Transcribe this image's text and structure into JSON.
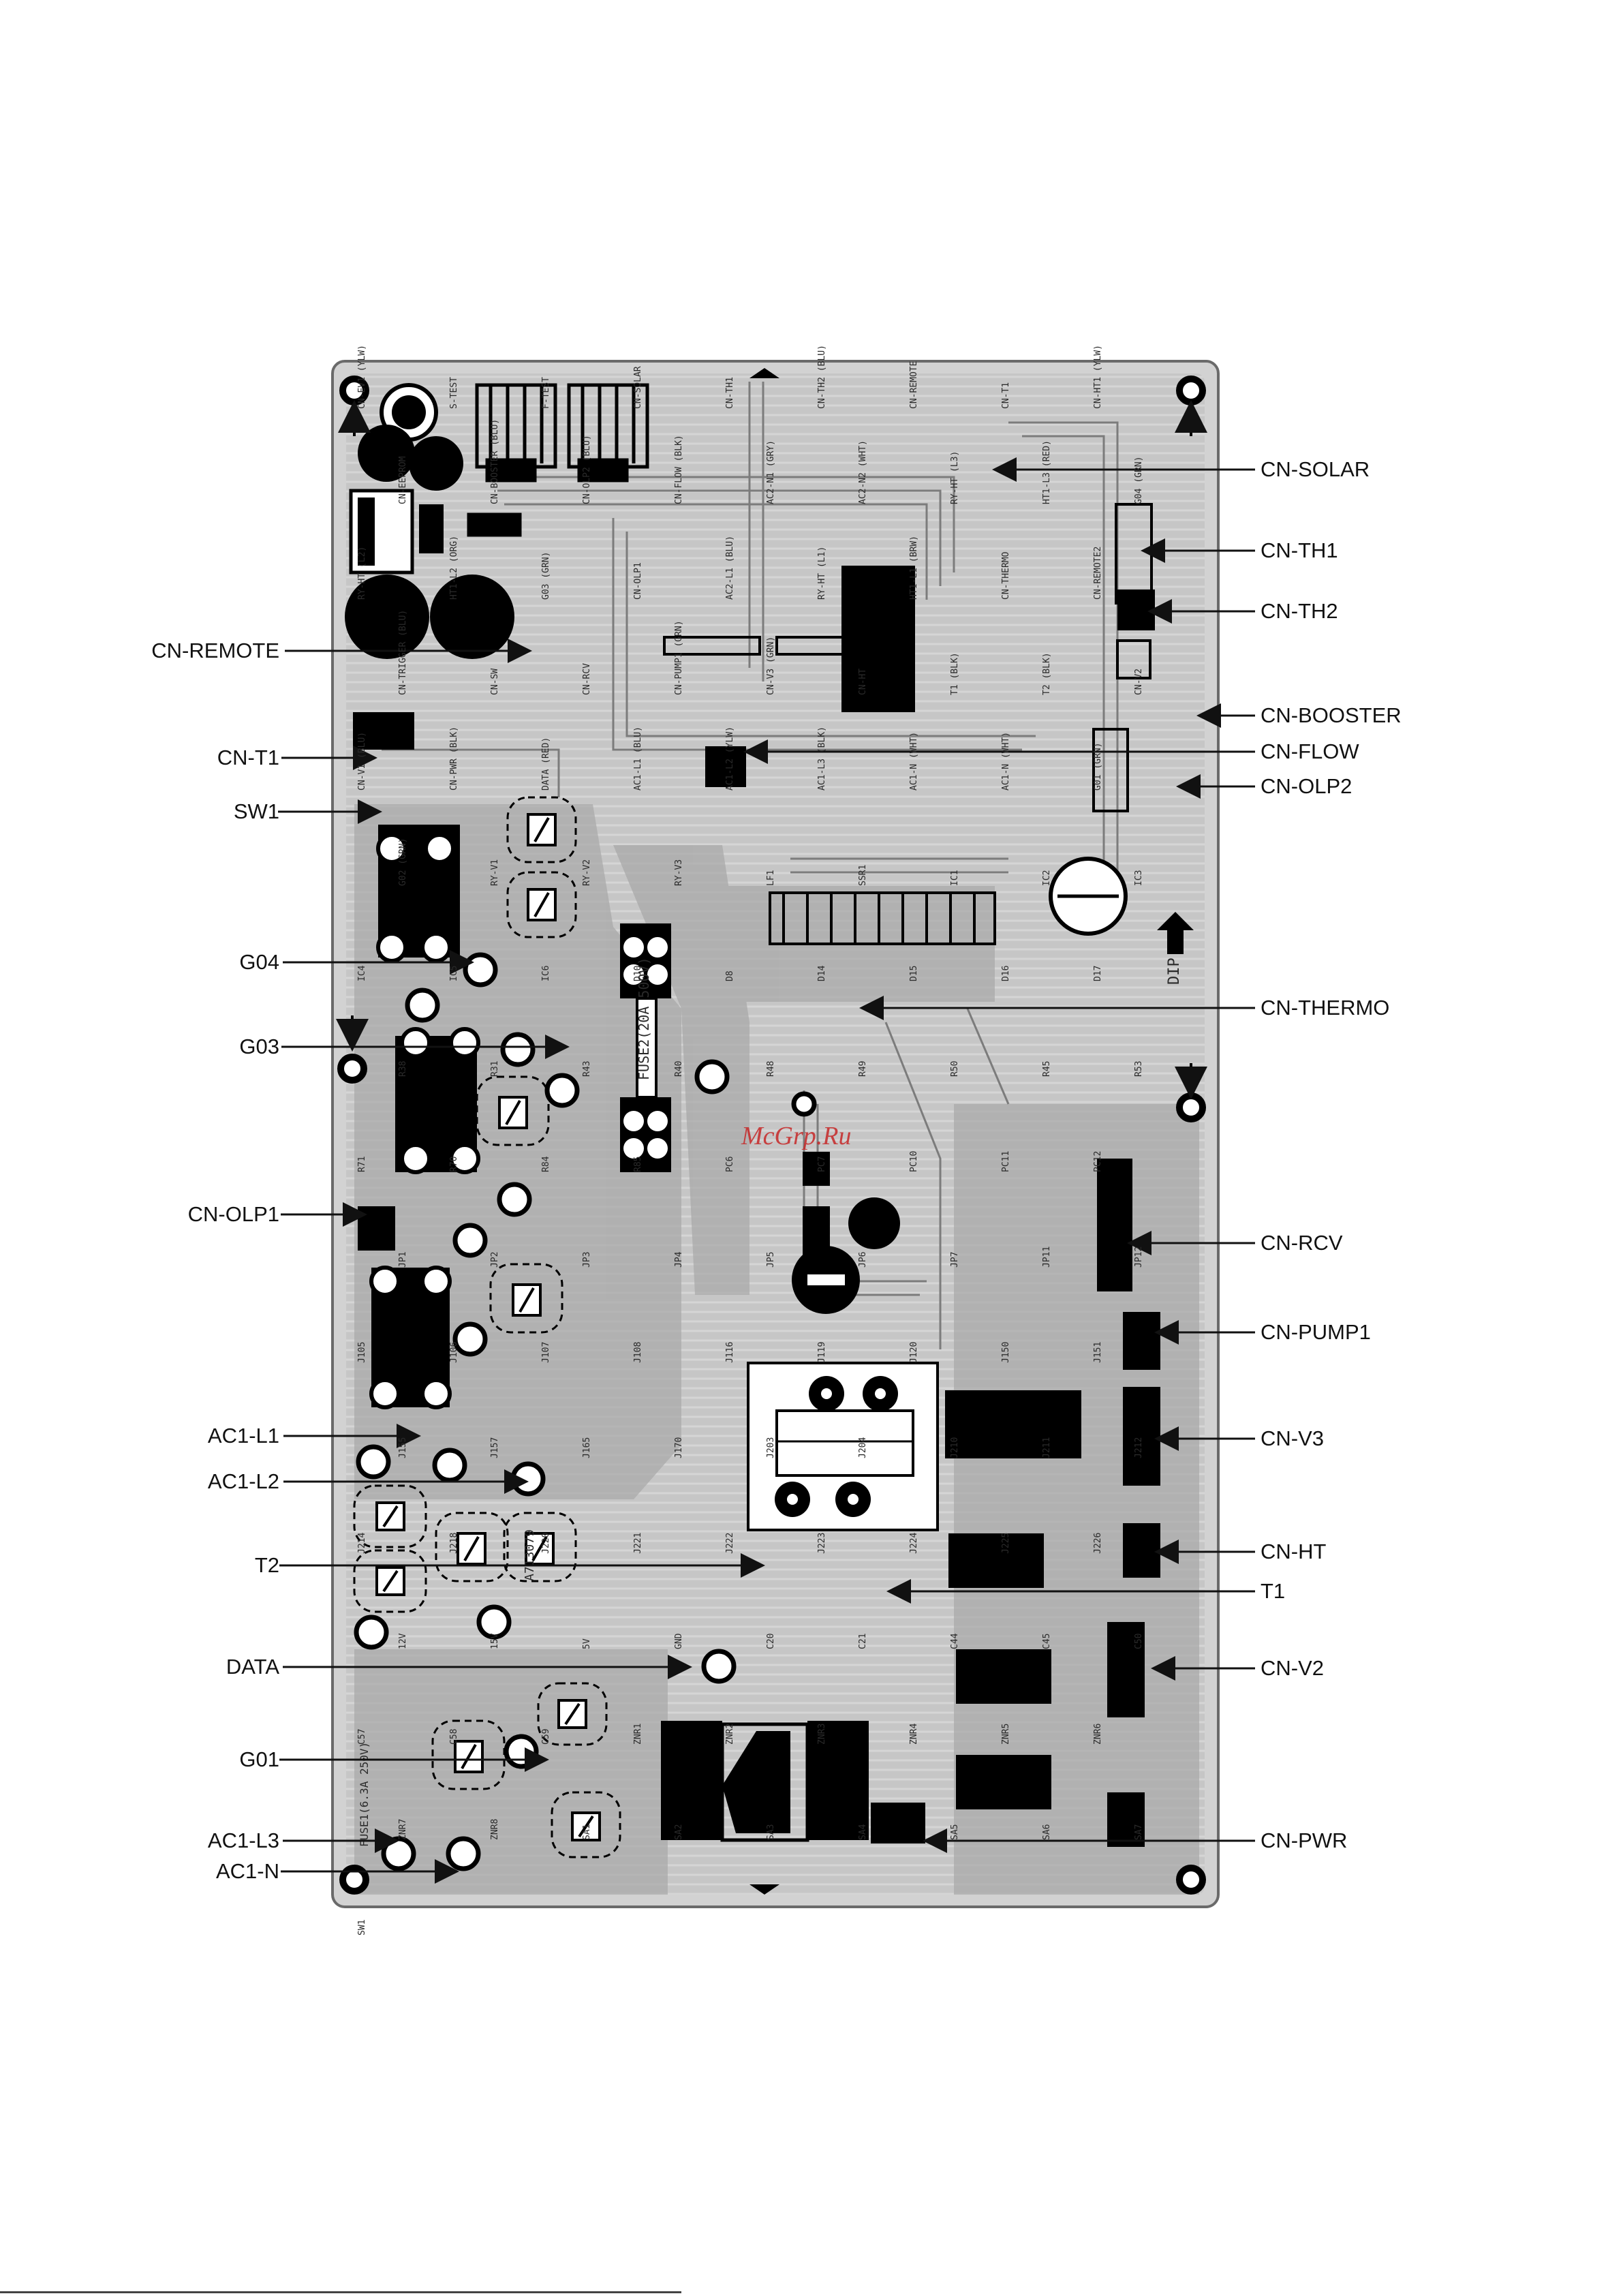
{
  "watermark": "McGrp.Ru",
  "board_code": "A713079",
  "callouts": {
    "left": [
      "CN-REMOTE",
      "CN-T1",
      "SW1",
      "G04",
      "G03",
      "CN-OLP1",
      "AC1-L1",
      "AC1-L2",
      "T2",
      "DATA",
      "G01",
      "AC1-L3",
      "AC1-N"
    ],
    "right": [
      "CN-SOLAR",
      "CN-TH1",
      "CN-TH2",
      "CN-BOOSTER",
      "CN-FLOW",
      "CN-OLP2",
      "CN-THERMO",
      "CN-RCV",
      "CN-PUMP1",
      "CN-V3",
      "CN-HT",
      "T1",
      "CN-V2",
      "CN-PWR"
    ]
  },
  "silkscreen": {
    "fuse_rating": "FUSE2(20A 500V)",
    "fuse1_rating": "FUSE1(6.3A 250V)",
    "dip_label": "DIP",
    "tags": [
      "CN-EV1 (YLW)",
      "S-TEST",
      "F-TEST",
      "CN-SOLAR",
      "CN-TH1",
      "CN-TH2 (BLU)",
      "CN-REMOTE",
      "CN-T1",
      "CN-HT1 (YLW)",
      "CN-EEPROM",
      "CN-BOOSTER (BLU)",
      "CN-OLP2 (BLU)",
      "CN-FLOW (BLK)",
      "AC2-N1 (GRY)",
      "AC2-N2 (WHT)",
      "RY-HT (L3)",
      "HT1-L3 (RED)",
      "G04 (GRN)",
      "RY-HT (L2)",
      "HT1-L2 (ORG)",
      "G03 (GRN)",
      "CN-OLP1",
      "AC2-L1 (BLU)",
      "RY-HT (L1)",
      "HT1-L1 (BRW)",
      "CN-THERMO",
      "CN-REMOTE2",
      "CN-TRIGGER (BLU)",
      "CN-SW",
      "CN-RCV",
      "CN-PUMP1 (GRN)",
      "CN-V3 (GRN)",
      "CN-HT",
      "T1 (BLK)",
      "T2 (BLK)",
      "CN-V2",
      "CN-V1 (BLU)",
      "CN-PWR (BLK)",
      "DATA (RED)",
      "AC1-L1 (BLU)",
      "AC1-L2 (YLW)",
      "AC1-L3 (BLK)",
      "AC1-N (WHT)",
      "AC1-N (WHT)",
      "G01 (GRN)",
      "G02 (GRN)",
      "RY-V1",
      "RY-V2",
      "RY-V3",
      "LF1",
      "SSR1",
      "IC1",
      "IC2",
      "IC3",
      "IC4",
      "IC5",
      "IC6",
      "D10",
      "D8",
      "D14",
      "D15",
      "D16",
      "D17",
      "R38",
      "R31",
      "R43",
      "R40",
      "R48",
      "R49",
      "R50",
      "R45",
      "R53",
      "R71",
      "R70",
      "R84",
      "R85",
      "PC6",
      "PC7",
      "PC10",
      "PC11",
      "PC12",
      "JP1",
      "JP2",
      "JP3",
      "JP4",
      "JP5",
      "JP6",
      "JP7",
      "JP11",
      "JP12",
      "J105",
      "J106",
      "J107",
      "J108",
      "J116",
      "J119",
      "J120",
      "J150",
      "J151",
      "J155",
      "J157",
      "J165",
      "J170",
      "J203",
      "J204",
      "J210",
      "J211",
      "J212",
      "J214",
      "J218",
      "J220",
      "J221",
      "J222",
      "J223",
      "J224",
      "J225",
      "J226",
      "12V",
      "15V",
      "5V",
      "GND",
      "C20",
      "C21",
      "C44",
      "C45",
      "C50",
      "C57",
      "C58",
      "C59",
      "ZNR1",
      "ZNR2",
      "ZNR3",
      "ZNR4",
      "ZNR5",
      "ZNR6",
      "ZNR7",
      "ZNR8",
      "SA1",
      "SA2",
      "SA3",
      "SA4",
      "SA5",
      "SA6",
      "SA7",
      "SW1"
    ]
  }
}
